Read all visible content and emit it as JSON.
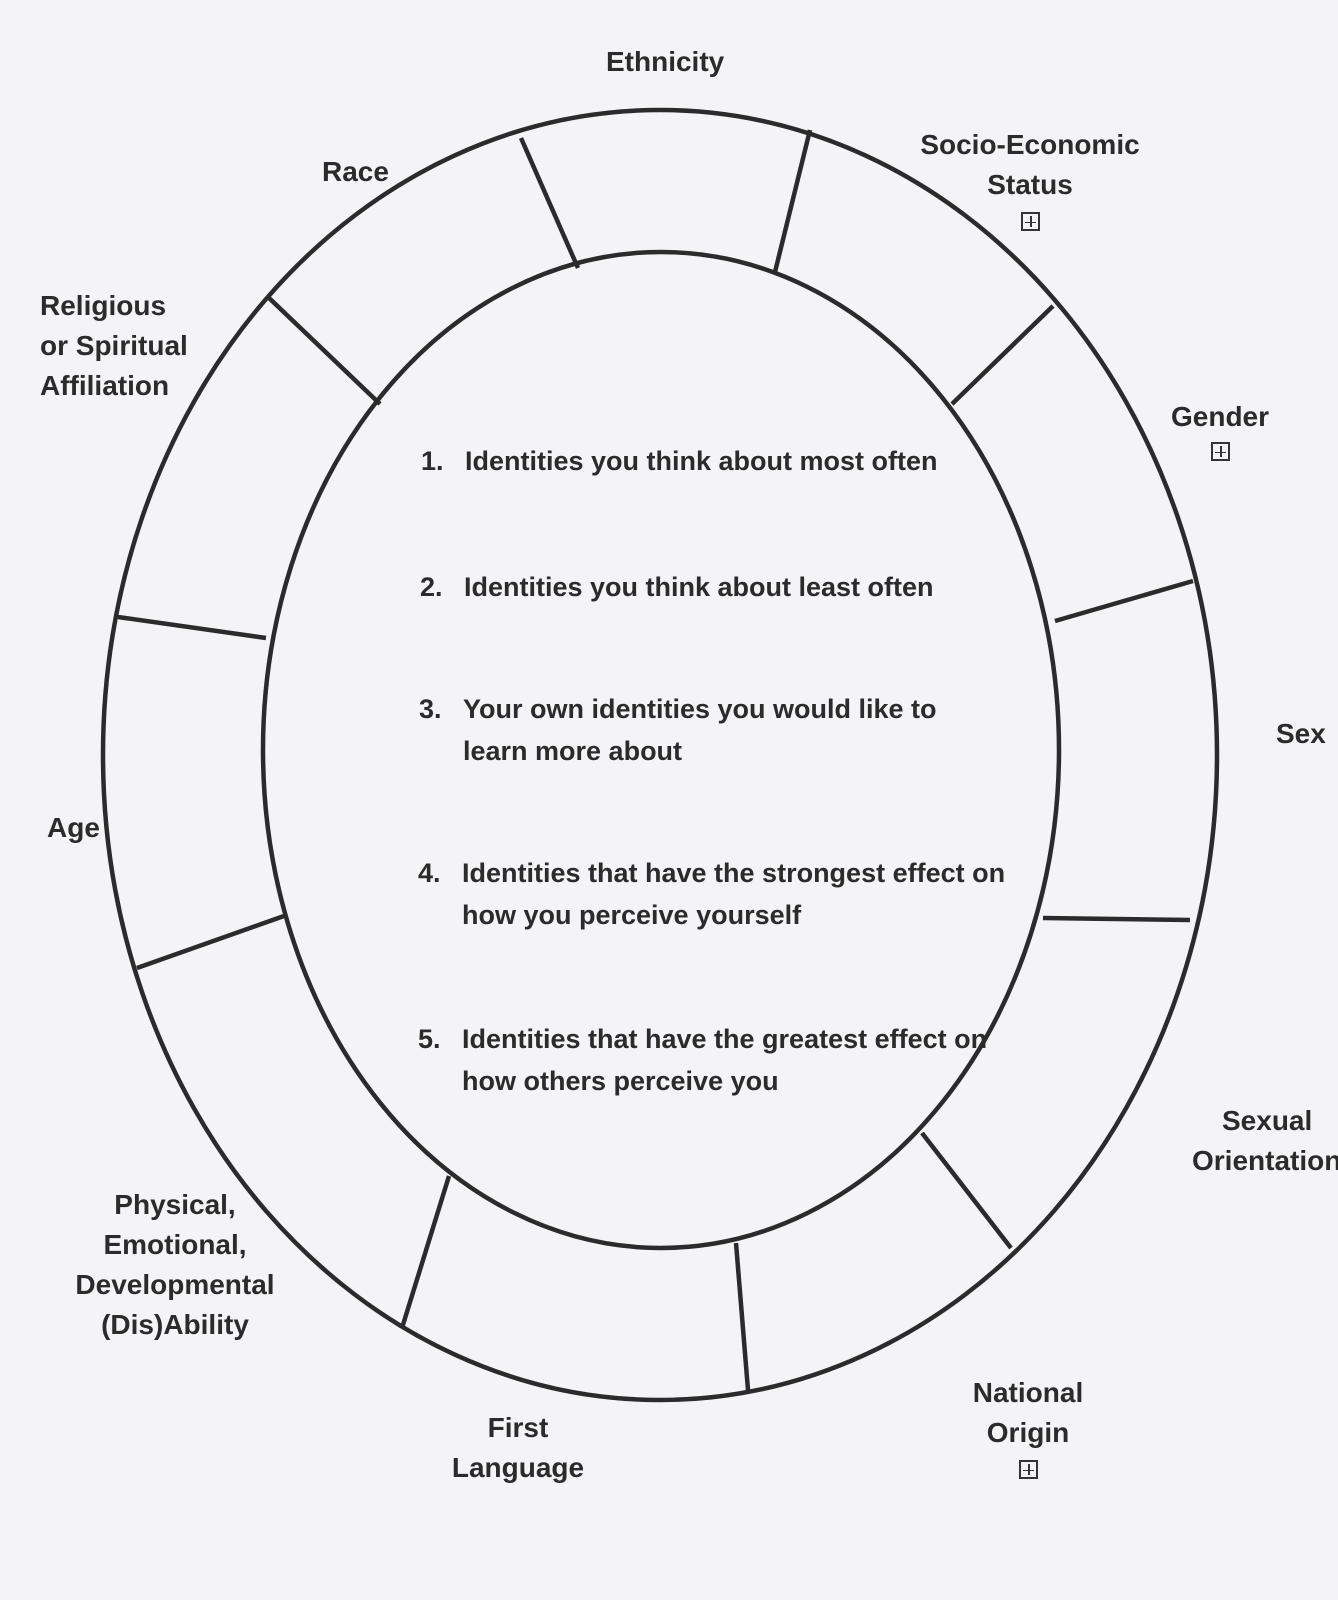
{
  "wheel_labels": {
    "ethnicity": "Ethnicity",
    "socio_economic": [
      "Socio-Economic",
      "Status"
    ],
    "gender": "Gender",
    "sex": "Sex",
    "sexual_orientation": [
      "Sexual",
      "Orientation"
    ],
    "national_origin": [
      "National",
      "Origin"
    ],
    "first_language": [
      "First",
      "Language"
    ],
    "ability": [
      "Physical,",
      "Emotional,",
      "Developmental",
      "(Dis)Ability"
    ],
    "age": "Age",
    "religious": [
      "Religious",
      "or Spiritual",
      "Affiliation"
    ],
    "race": "Race"
  },
  "expand_icons": [
    "plus-box-icon",
    "plus-box-icon",
    "plus-box-icon"
  ],
  "prompts": [
    {
      "num": "1.",
      "text": "Identities you think about most often"
    },
    {
      "num": "2.",
      "text": "Identities you think about least often"
    },
    {
      "num": "3.",
      "text": "Your own identities you would like to learn more about"
    },
    {
      "num": "4.",
      "text": "Identities that have the strongest effect on how you perceive yourself"
    },
    {
      "num": "5.",
      "text": "Identities that have the greatest effect on how others perceive you"
    }
  ],
  "colors": {
    "ink": "#2b2b2b",
    "paper": "#f4f4f6"
  }
}
